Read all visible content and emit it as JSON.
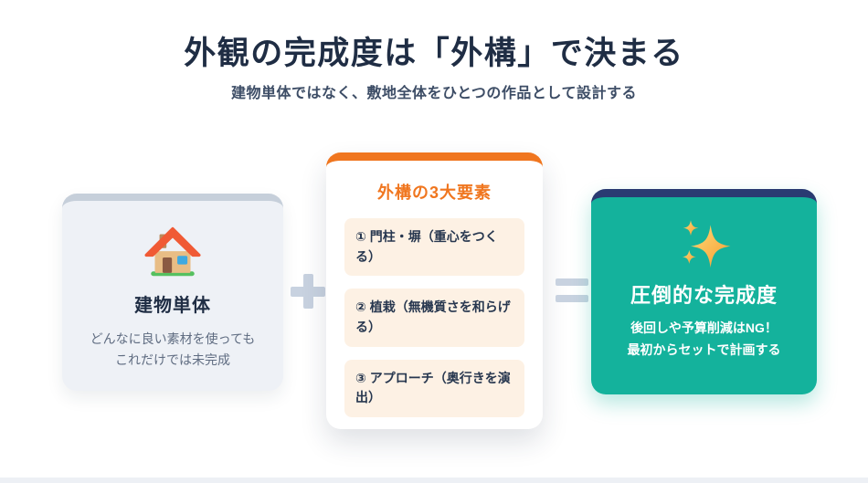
{
  "page": {
    "title": "外観の完成度は「外構」で決まる",
    "subtitle": "建物単体ではなく、敷地全体をひとつの作品として設計する"
  },
  "colors": {
    "title_navy": "#1f2d44",
    "accent_orange": "#f0761f",
    "accent_teal": "#14b29c",
    "accent_navy_border": "#2a3b72",
    "left_card_bg": "#eef1f6",
    "item_bg": "#fdf1e4",
    "connector_gray": "#c8d2e0"
  },
  "cards": {
    "building": {
      "icon": "house-icon",
      "title": "建物単体",
      "description_line1": "どんなに良い素材を使っても",
      "description_line2": "これだけでは未完成"
    },
    "elements": {
      "title": "外構の3大要素",
      "items": [
        "① 門柱・塀（重心をつくる）",
        "② 植栽（無機質さを和らげる）",
        "③ アプローチ（奥行きを演出）"
      ]
    },
    "result": {
      "icon": "sparkles-icon",
      "title": "圧倒的な完成度",
      "description_line1": "後回しや予算削減はNG！",
      "description_line2": "最初からセットで計画する"
    }
  },
  "operators": {
    "plus": "+",
    "equals": "="
  }
}
